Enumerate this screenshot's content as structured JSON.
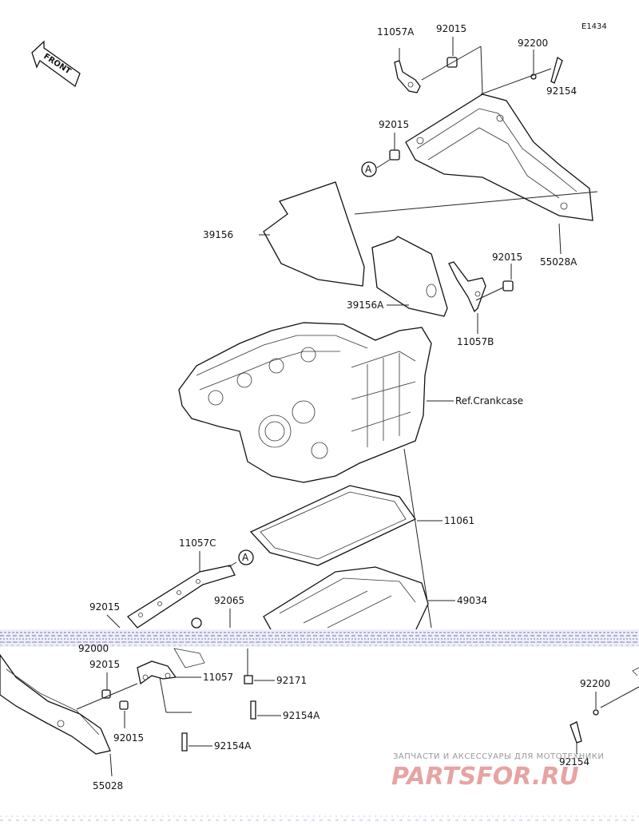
{
  "diagram_code": "E1434",
  "front_label": "FRONT",
  "ref_label": "Ref.Crankcase",
  "callout_a": "A",
  "parts": {
    "p11057A": "11057A",
    "p92015_top": "92015",
    "p92200_top": "92200",
    "p92154_top": "92154",
    "p92015_mid": "92015",
    "p39156": "39156",
    "p39156A": "39156A",
    "p55028A": "55028A",
    "p92015_right": "92015",
    "p11057B": "11057B",
    "p11061": "11061",
    "p11057C": "11057C",
    "p49034": "49034",
    "p92015_left": "92015",
    "p92065": "92065",
    "p92000": "92000",
    "p92015_b1": "92015",
    "p11057": "11057",
    "p92171": "92171",
    "p92154A_1": "92154A",
    "p92015_b2": "92015",
    "p92154A_2": "92154A",
    "p55028": "55028",
    "p92200_bot": "92200",
    "p92154_bot": "92154"
  },
  "watermark": {
    "line1": "ЗАПЧАСТИ И АКСЕССУАРЫ ДЛЯ МОТОТЕХНИКИ",
    "line2": "PARTSFOR.RU"
  }
}
